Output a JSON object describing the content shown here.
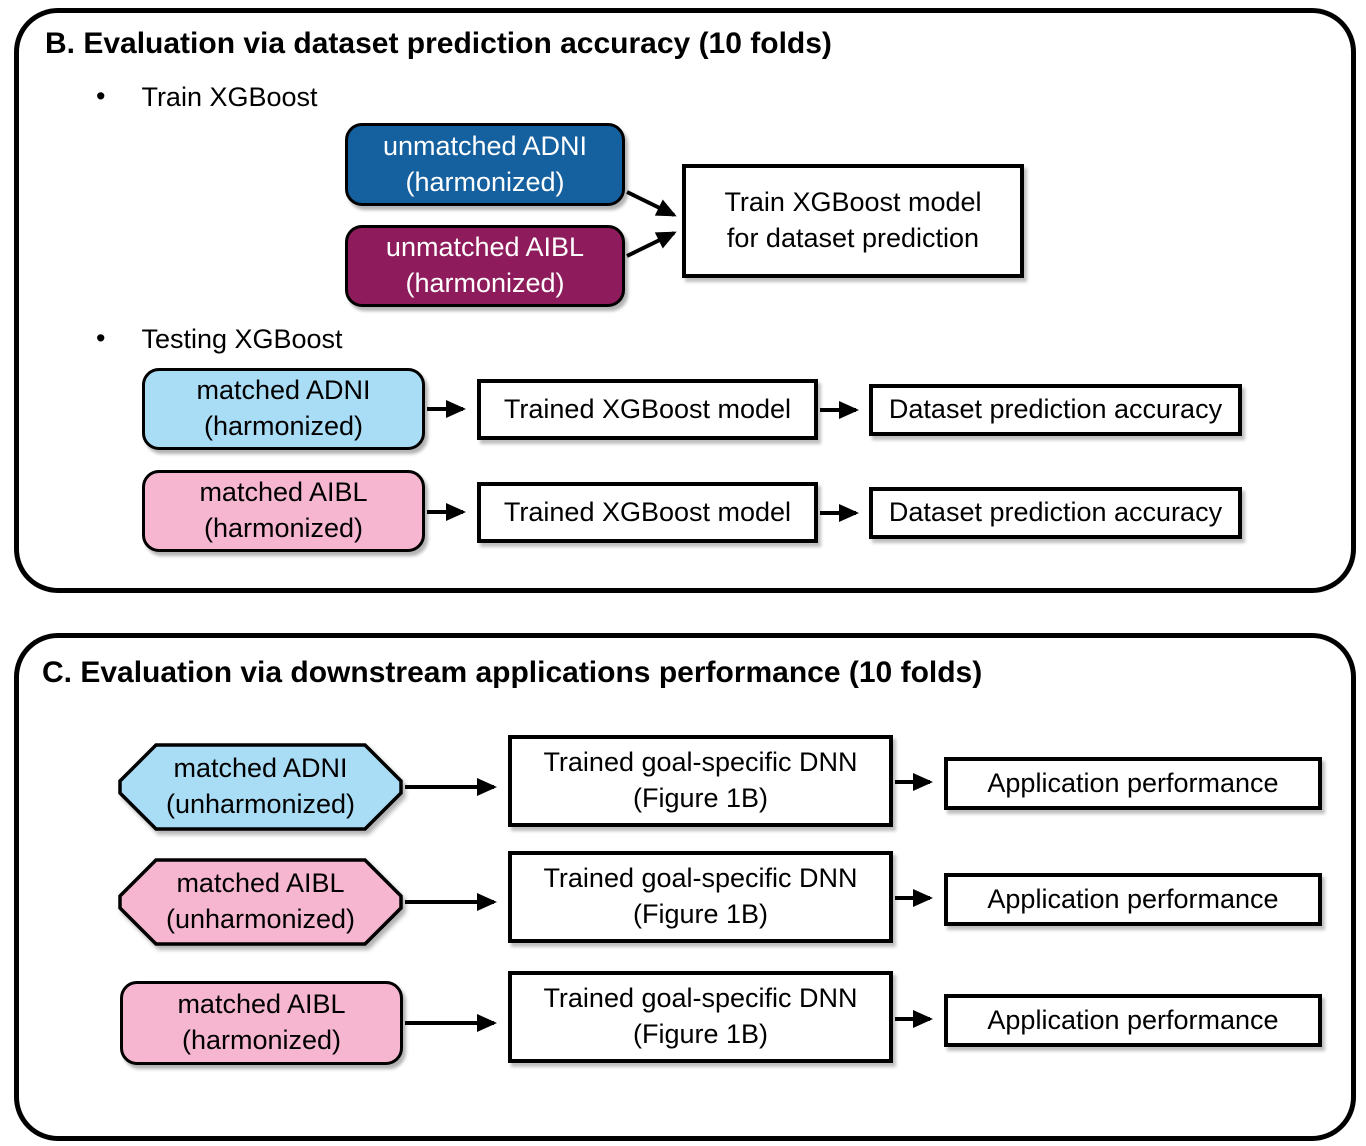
{
  "panel_b": {
    "title": "B. Evaluation via dataset prediction accuracy (10 folds)",
    "bullet_char": "•",
    "bullet_train": "Train XGBoost",
    "bullet_test": "Testing XGBoost",
    "unmatched_adni_line1": "unmatched ADNI",
    "unmatched_adni_line2": "(harmonized)",
    "unmatched_aibl_line1": "unmatched AIBL",
    "unmatched_aibl_line2": "(harmonized)",
    "train_model_line1": "Train XGBoost model",
    "train_model_line2": "for dataset prediction",
    "matched_adni_line1": "matched ADNI",
    "matched_adni_line2": "(harmonized)",
    "matched_aibl_line1": "matched AIBL",
    "matched_aibl_line2": "(harmonized)",
    "trained_model_row1": "Trained XGBoost model",
    "trained_model_row2": "Trained XGBoost model",
    "accuracy_row1": "Dataset prediction accuracy",
    "accuracy_row2": "Dataset prediction accuracy"
  },
  "panel_c": {
    "title": "C. Evaluation via downstream applications performance (10 folds)",
    "matched_adni_unharmonized_line1": "matched ADNI",
    "matched_adni_unharmonized_line2": "(unharmonized)",
    "matched_aibl_unharmonized_line1": "matched AIBL",
    "matched_aibl_unharmonized_line2": "(unharmonized)",
    "matched_aibl_harmonized_line1": "matched AIBL",
    "matched_aibl_harmonized_line2": "(harmonized)",
    "dnn_row1_line1": "Trained goal-specific DNN",
    "dnn_row1_line2": "(Figure 1B)",
    "dnn_row2_line1": "Trained goal-specific DNN",
    "dnn_row2_line2": "(Figure 1B)",
    "dnn_row3_line1": "Trained goal-specific DNN",
    "dnn_row3_line2": "(Figure 1B)",
    "app_perf_row1": "Application performance",
    "app_perf_row2": "Application performance",
    "app_perf_row3": "Application performance"
  },
  "colors": {
    "dark_blue": "#15609f",
    "dark_magenta": "#8e1b5b",
    "light_blue": "#a9dcf5",
    "pink": "#f7b6d0",
    "line": "#000000"
  }
}
